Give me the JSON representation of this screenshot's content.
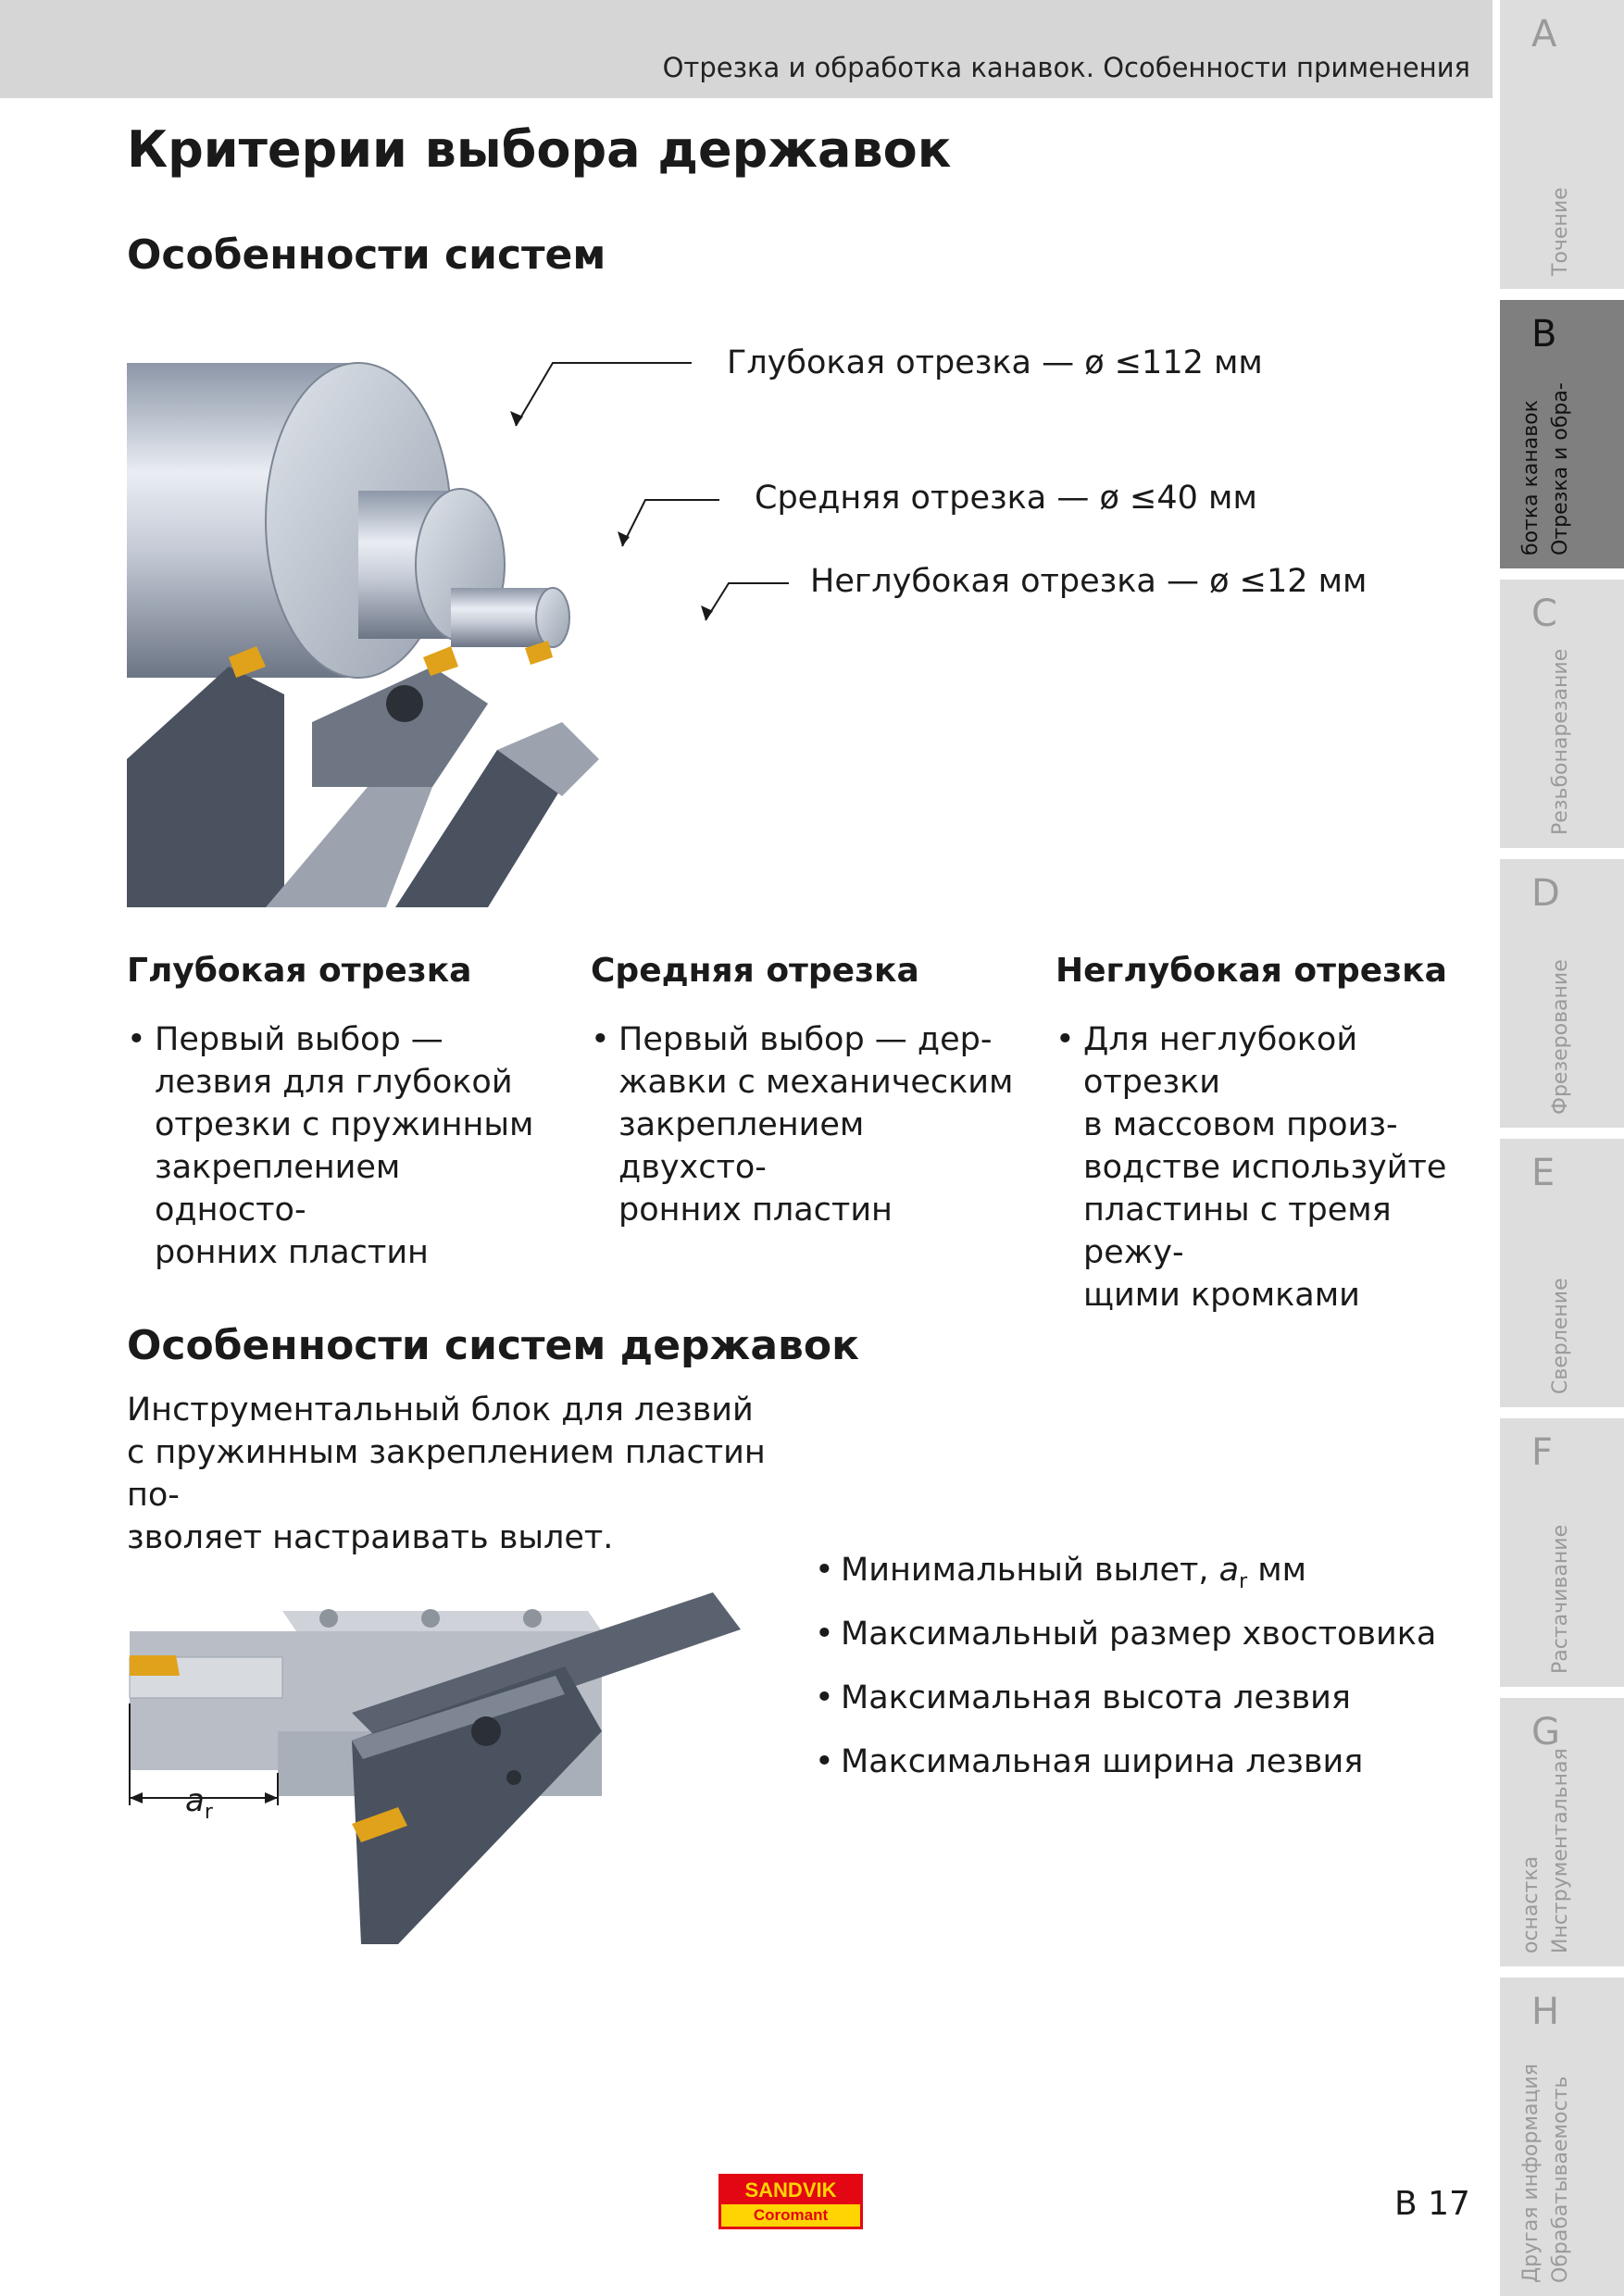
{
  "header": {
    "section_title": "Отрезка и обработка канавок. Особенности применения"
  },
  "tabs": [
    {
      "letter": "A",
      "label_lines": [
        "Точение"
      ],
      "active": false
    },
    {
      "letter": "B",
      "label_lines": [
        "Отрезка и обра-",
        "ботка канавок"
      ],
      "active": true
    },
    {
      "letter": "C",
      "label_lines": [
        "Резьбонарезание"
      ],
      "active": false
    },
    {
      "letter": "D",
      "label_lines": [
        "Фрезерование"
      ],
      "active": false
    },
    {
      "letter": "E",
      "label_lines": [
        "Сверление"
      ],
      "active": false
    },
    {
      "letter": "F",
      "label_lines": [
        "Растачивание"
      ],
      "active": false
    },
    {
      "letter": "G",
      "label_lines": [
        "Инструментальная",
        "оснастка"
      ],
      "active": false
    },
    {
      "letter": "H",
      "label_lines": [
        "Обрабатываемость",
        "Другая информация"
      ],
      "active": false
    }
  ],
  "main": {
    "title": "Критерии выбора державок",
    "section1": {
      "heading": "Особенности систем",
      "callouts": {
        "deep": "Глубокая отрезка — ø ≤112 мм",
        "medium": "Средняя отрезка — ø ≤40 мм",
        "shallow": "Неглубокая отрезка — ø ≤12 мм"
      },
      "columns": [
        {
          "title": "Глубокая отрезка",
          "bullet": "Первый выбор —\nлезвия для глубокой\nотрезки с пружинным\nзакреплением односто-\nронних пластин"
        },
        {
          "title": "Средняя отрезка",
          "bullet": "Первый выбор — дер-\nжавки с механическим\nзакреплением двухсто-\nронних пластин"
        },
        {
          "title": "Неглубокая отрезка",
          "bullet": "Для неглубокой отрезки\nв массовом произ-\nводстве используйте\nпластины с тремя режу-\nщими кромками"
        }
      ]
    },
    "section2": {
      "heading": "Особенности систем державок",
      "intro": "Инструментальный блок для лезвий\nс пружинным закреплением пластин по-\nзволяет настраивать вылет.",
      "dimension_label": {
        "symbol": "a",
        "subscript": "r"
      },
      "features": [
        {
          "text": "Минимальный вылет, ",
          "symbol": "a",
          "subscript": "r",
          "unit": " мм"
        },
        {
          "text": "Максимальный размер хвостовика"
        },
        {
          "text": "Максимальная высота лезвия"
        },
        {
          "text": "Максимальная ширина лезвия"
        }
      ]
    }
  },
  "footer": {
    "logo_brand": "SANDVIK",
    "logo_sub": "Coromant",
    "page_number": "B 17"
  },
  "colors": {
    "header_band": "#d6d6d6",
    "tab_inactive": "#dddddd",
    "tab_active": "#7f7f7f",
    "insert_gold": "#e0a21a",
    "holder_dark": "#4a5260",
    "logo_red": "#e30613",
    "logo_yellow": "#ffd400"
  }
}
